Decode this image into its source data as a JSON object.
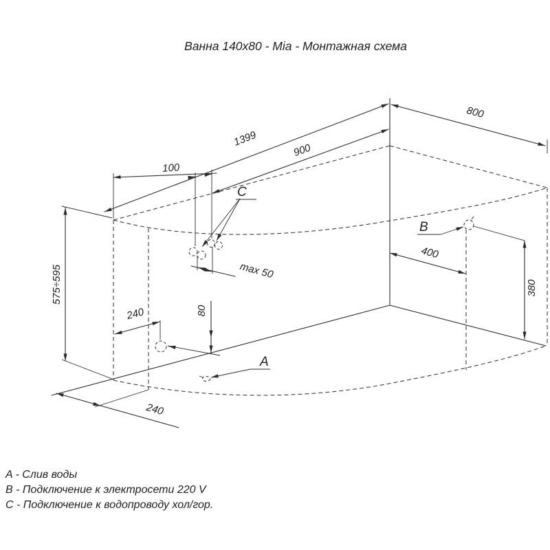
{
  "title": "Ванна 140x80 - Mia - Монтажная схема",
  "dims": {
    "length_total": "1399",
    "length_900": "900",
    "offset_100": "100",
    "width_800": "800",
    "offset_400": "400",
    "height_380": "380",
    "height_range": "575÷595",
    "drain_offset_240": "240",
    "drain_height_80": "80",
    "max_spacing": "max 50",
    "bottom_offset_240": "240"
  },
  "points": {
    "a": "A",
    "b": "B",
    "c": "C"
  },
  "legend": [
    {
      "label": "A - Слив воды"
    },
    {
      "label": "B - Подключение к электросети 220 V"
    },
    {
      "label": "C - Подключение к водопроводу хол/гор."
    }
  ],
  "colors": {
    "line": "#2b2b2b",
    "background": "#ffffff"
  }
}
